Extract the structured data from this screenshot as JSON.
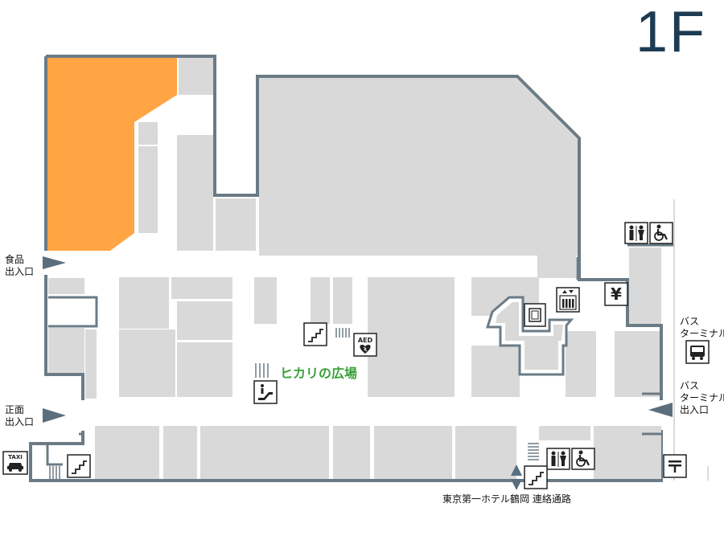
{
  "floor": "1F",
  "labels": {
    "food_entrance_line1": "食品",
    "food_entrance_line2": "出入口",
    "main_entrance_line1": "正面",
    "main_entrance_line2": "出入口",
    "bus_terminal_line1": "バス",
    "bus_terminal_line2": "ターミナル",
    "bus_entrance_line1": "バス",
    "bus_entrance_line2": "ターミナル",
    "bus_entrance_line3": "出入口",
    "hotel_link": "東京第一ホテル鶴岡  連絡通路",
    "plaza": "ヒカリの広場",
    "aed": "AED",
    "taxi": "TAXI",
    "yen": "¥"
  },
  "icons": [
    "restroom-icon",
    "wheelchair-icon",
    "elevator-icon",
    "yen-icon",
    "bus-icon",
    "stairs-icon",
    "aed-icon",
    "escalator-icon",
    "taxi-icon",
    "post-office-icon",
    "locker-icon"
  ],
  "colors": {
    "wall": "#6b7b86",
    "shop": "#d9d9d9",
    "highlight": "#ffa544",
    "floor_label": "#1d3b52",
    "plaza_text": "#3aa13a"
  }
}
